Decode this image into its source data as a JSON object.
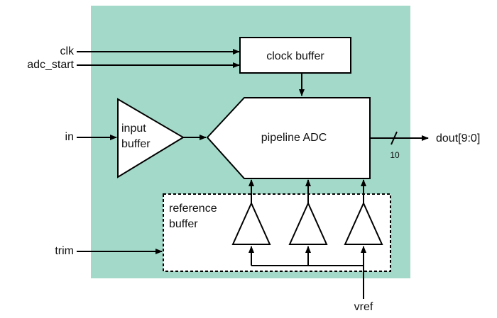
{
  "colors": {
    "chip_background": "#a3d9c9",
    "block_fill": "#ffffff",
    "line": "#000000"
  },
  "inputs": {
    "clk": "clk",
    "adc_start": "adc_start",
    "in": "in",
    "trim": "trim",
    "vref": "vref"
  },
  "outputs": {
    "dout": "dout[9:0]",
    "bus_width": "10"
  },
  "blocks": {
    "clock_buffer": "clock buffer",
    "input_buffer_line1": "input",
    "input_buffer_line2": "buffer",
    "pipeline_adc": "pipeline ADC",
    "reference_buffer_line1": "reference",
    "reference_buffer_line2": "buffer"
  }
}
